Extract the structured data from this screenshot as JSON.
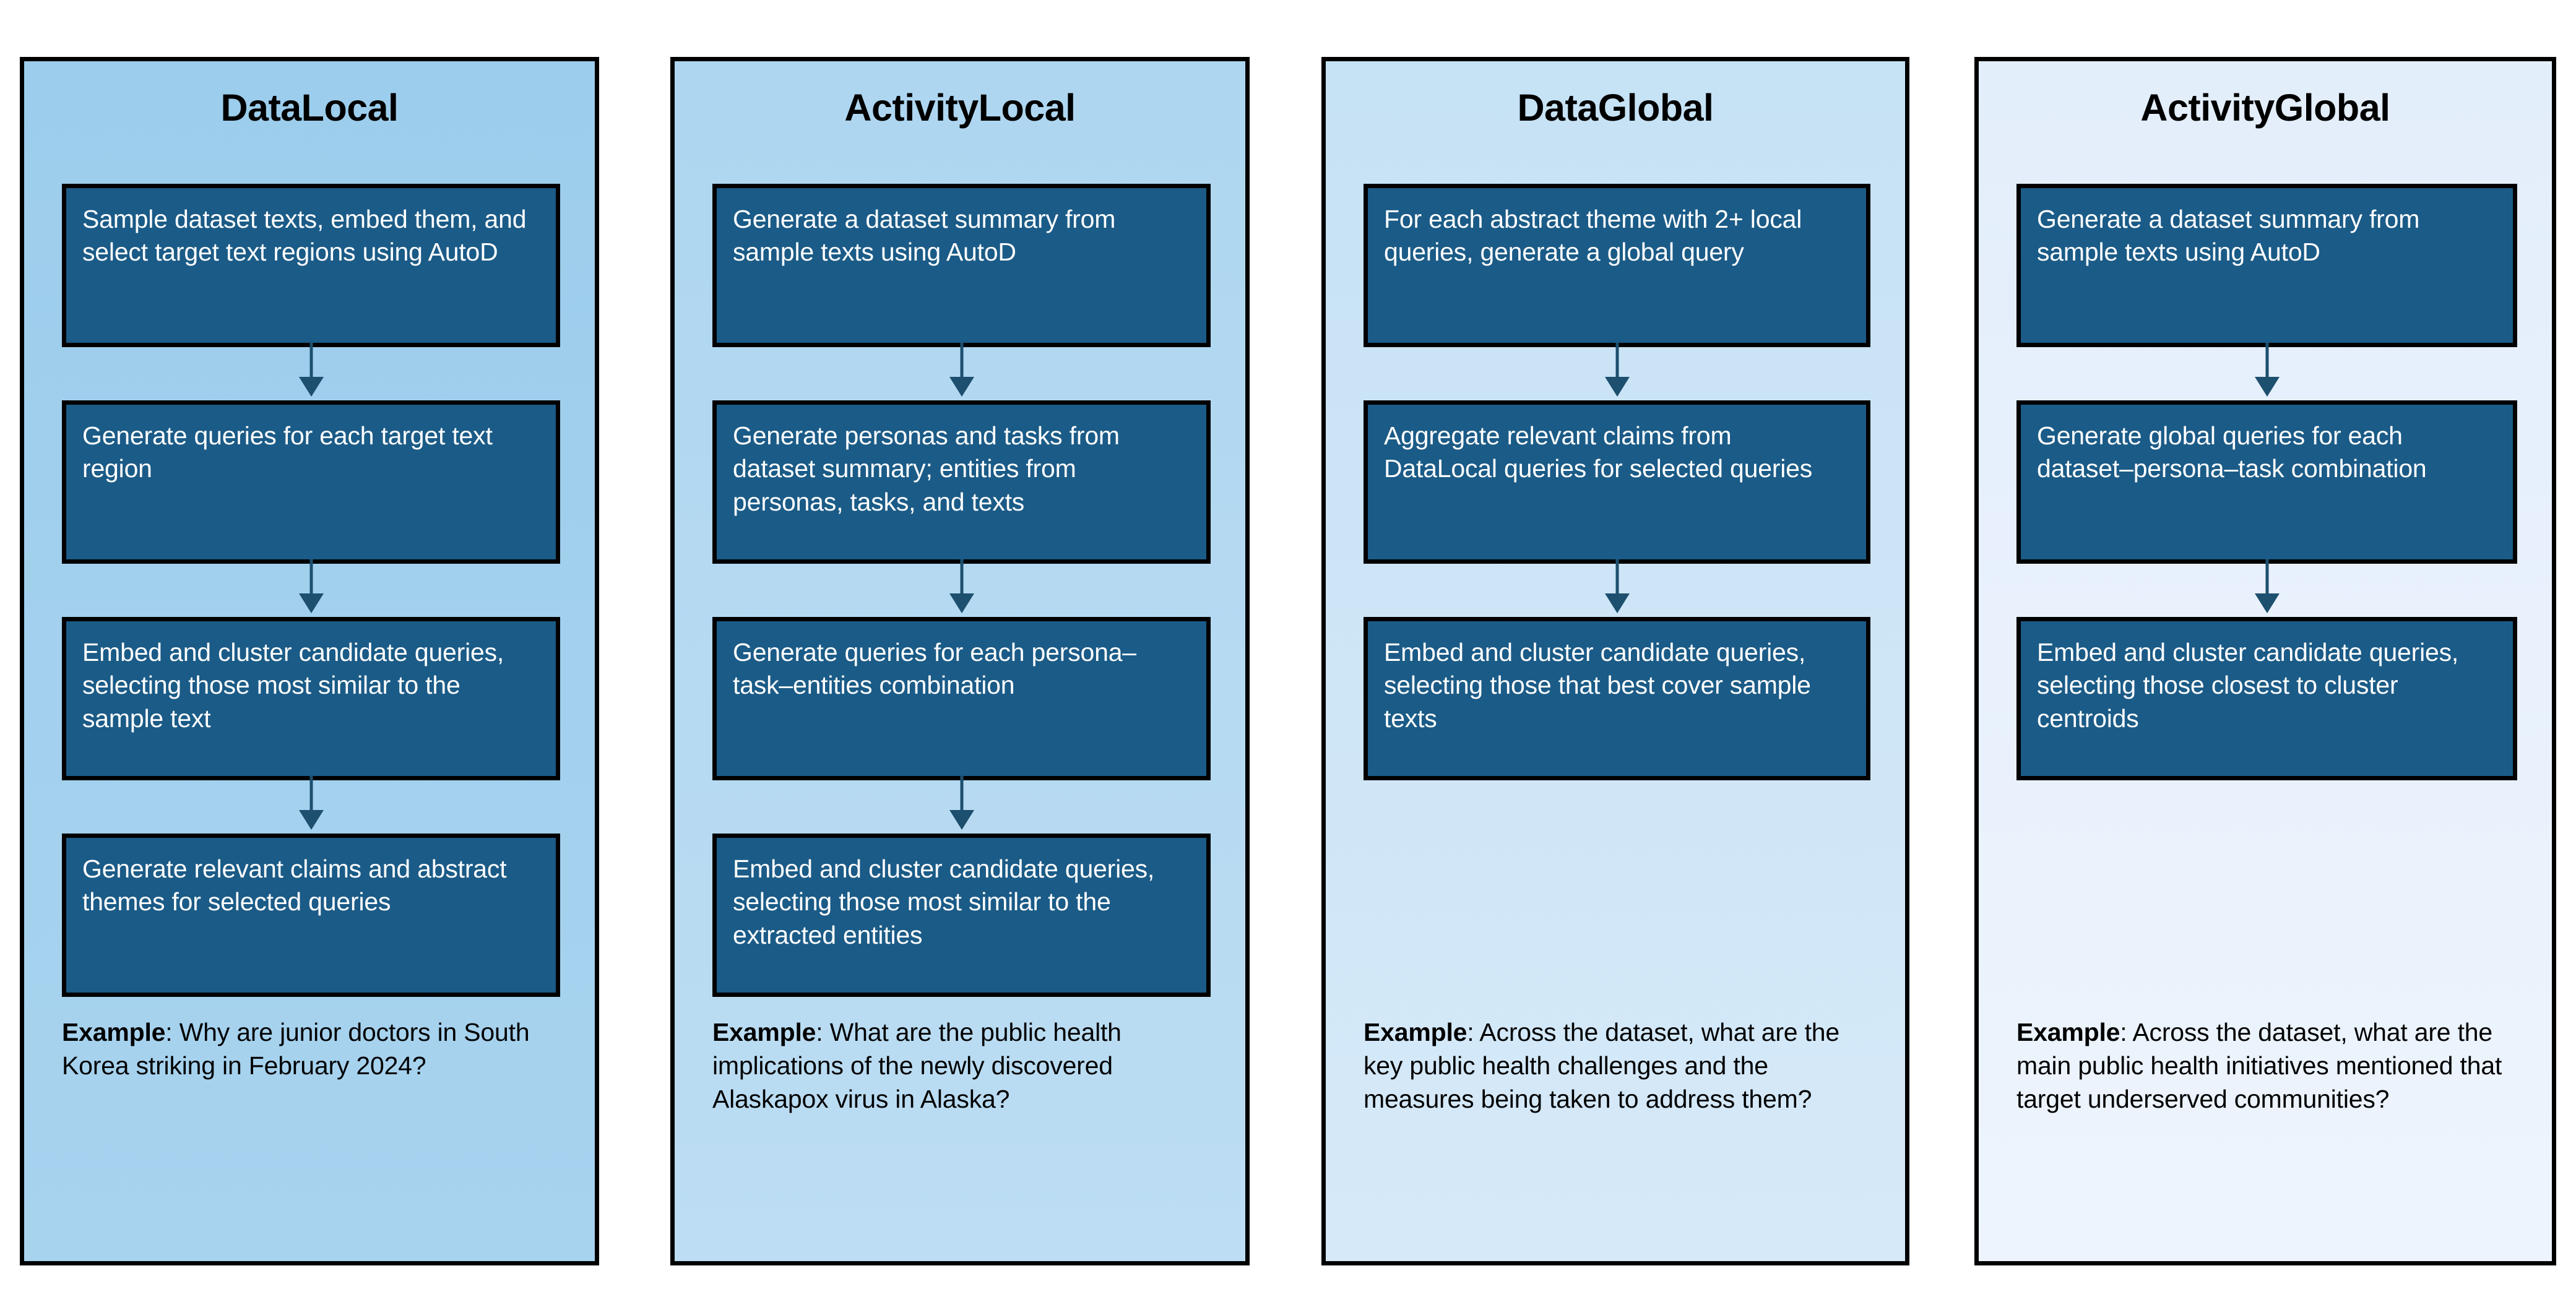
{
  "diagram": {
    "title_absent": true,
    "accent_box_color": "#1b5b87",
    "box_border_color": "#000000",
    "arrow_color": "#1d4f6e",
    "example_lead": "Example",
    "panels": [
      {
        "title": "DataLocal",
        "background_color": "#9ccdec",
        "steps": [
          "Sample dataset texts, embed them, and select target text regions using AutoD",
          "Generate queries for each target text region",
          "Embed and cluster candidate queries, selecting those most similar to the sample text",
          "Generate relevant claims and abstract themes for selected queries"
        ],
        "example_text": ": Why are junior doctors in South Korea striking in February 2024?"
      },
      {
        "title": "ActivityLocal",
        "background_color": "#aed6f0",
        "steps": [
          "Generate a dataset summary from sample texts using AutoD",
          "Generate personas and tasks from dataset summary; entities from personas, tasks, and texts",
          "Generate queries for each persona–task–entities combination",
          "Embed and cluster candidate queries, selecting those most similar to the extracted entities"
        ],
        "example_text": ": What are the public health implications of the newly discovered Alaskapox virus in Alaska?"
      },
      {
        "title": "DataGlobal",
        "background_color": "#c6e2f5",
        "steps": [
          "For each abstract theme with 2+ local queries, generate a global query",
          "Aggregate relevant claims from DataLocal queries for selected queries",
          "Embed and cluster candidate queries, selecting those that best cover sample texts"
        ],
        "example_text": ": Across the dataset, what are the key public health challenges and the measures being taken to address them?"
      },
      {
        "title": "ActivityGlobal",
        "background_color": "#e3eefb",
        "steps": [
          "Generate a dataset summary from sample texts using AutoD",
          "Generate global queries for each dataset–persona–task combination",
          "Embed and cluster candidate queries, selecting those closest to cluster centroids"
        ],
        "example_text": ": Across the dataset, what are the main public health initiatives mentioned that target underserved communities?"
      }
    ]
  }
}
